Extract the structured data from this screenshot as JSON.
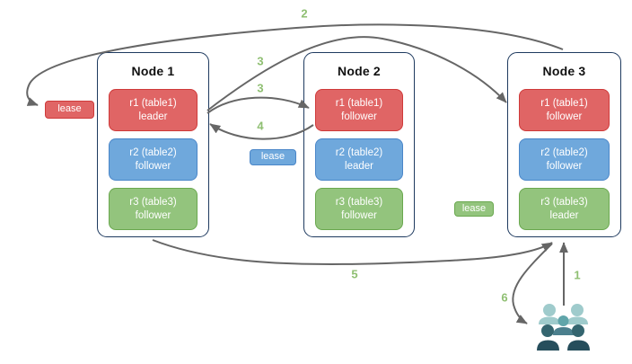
{
  "diagram": {
    "nodes": [
      {
        "title": "Node 1",
        "replicas": [
          {
            "line1": "r1 (table1)",
            "line2": "leader"
          },
          {
            "line1": "r2 (table2)",
            "line2": "follower"
          },
          {
            "line1": "r3 (table3)",
            "line2": "follower"
          }
        ]
      },
      {
        "title": "Node 2",
        "replicas": [
          {
            "line1": "r1 (table1)",
            "line2": "follower"
          },
          {
            "line1": "r2 (table2)",
            "line2": "leader"
          },
          {
            "line1": "r3 (table3)",
            "line2": "follower"
          }
        ]
      },
      {
        "title": "Node 3",
        "replicas": [
          {
            "line1": "r1 (table1)",
            "line2": "follower"
          },
          {
            "line1": "r2 (table2)",
            "line2": "follower"
          },
          {
            "line1": "r3 (table3)",
            "line2": "leader"
          }
        ]
      }
    ],
    "leases": [
      {
        "label": "lease",
        "color": "#e06565"
      },
      {
        "label": "lease",
        "color": "#6fa8dc"
      },
      {
        "label": "lease",
        "color": "#93c47d"
      }
    ],
    "steps": {
      "s1": "1",
      "s2": "2",
      "s3a": "3",
      "s3b": "3",
      "s4": "4",
      "s5": "5",
      "s6": "6"
    },
    "icons": {
      "users": "users-group-icon"
    },
    "colors": {
      "replica_red": "#e06565",
      "replica_red_border": "#cf3a3a",
      "replica_blue": "#6fa8dc",
      "replica_blue_border": "#4a86c8",
      "replica_green": "#93c47d",
      "replica_green_border": "#6aa84f",
      "node_border": "#1e3a5f",
      "arrow_gray": "#666666",
      "step_label_green": "#8fbf72",
      "users_light_teal": "#9fcbcc",
      "users_mid_teal": "#60a5aa",
      "users_slate_teal": "#4b7f8d",
      "users_dark_head": "#34656f",
      "users_dark_body": "#264e5c"
    }
  }
}
